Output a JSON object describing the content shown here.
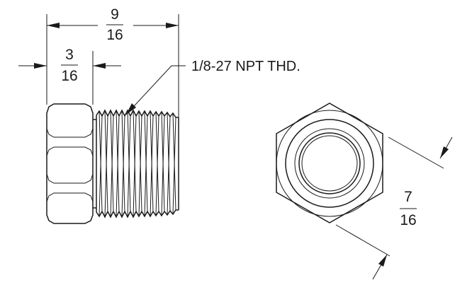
{
  "side_view": {
    "overall_length": {
      "numerator": "9",
      "denominator": "16"
    },
    "hex_length": {
      "numerator": "3",
      "denominator": "16"
    },
    "thread_callout": "1/8-27 NPT THD."
  },
  "end_view": {
    "hex_across_flats": {
      "numerator": "7",
      "denominator": "16"
    }
  }
}
